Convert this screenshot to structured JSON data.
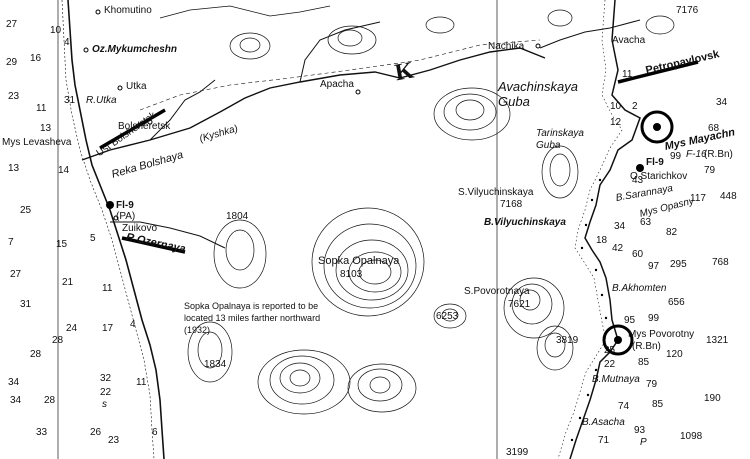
{
  "places": {
    "khomutino": "Khomutino",
    "oz_mykumcheshn": "Oz.Mykumcheshn",
    "utka": "Utka",
    "r_utka": "R.Utka",
    "ust_bolsheretsk": "Ust Bolsheretsk",
    "bolsheretsk": "Bolsheretsk",
    "mys_levasheva": "Mys Levasheva",
    "reka_bolshaya": "Reka Bolshaya",
    "kyshka": "(Kyshka)",
    "fl9_left": "Fl-9",
    "pa": "(PA)",
    "zuikovo": "Zuikovo",
    "r_ozernaya": "R.Ozernaya",
    "apacha": "Apacha",
    "nachika": "Nachika",
    "avacha": "Avacha",
    "petropavlovsk": "Petropavlovsk",
    "avachinskaya_guba": "Avachinskaya Guba",
    "tarinskaya_guba": "Tarinskaya Guba",
    "mys_mayachny": "Mys Mayachn",
    "fl16": "F-16",
    "rbn1": "(R.Bn)",
    "fl9_right": "Fl-9",
    "o_starichkov": "O.Starichkov",
    "b_sarannaya": "B.Sarannaya",
    "mys_opasny": "Mys Opasny",
    "s_vilyuchinskaya": "S.Vilyuchinskaya",
    "b_vilyuchinskaya": "B.Vilyuchinskaya",
    "sopka_opalnaya": "Sopka Opalnaya",
    "s_povorotnaya": "S.Povorotnaya",
    "b_akhomten": "B.Akhomten",
    "mys_povorotny": "Mys Povorotny",
    "rbn2": "(R.Bn)",
    "b_mutnaya": "B.Mutnaya",
    "b_asacha": "B.Asacha",
    "k_letter": "K"
  },
  "note": {
    "line1": "Sopka Opalnaya is reported to be",
    "line2": "located 13 miles farther northward",
    "line3": "(1932)"
  },
  "elevations": {
    "e7176": "7176",
    "e1804": "1804",
    "e7168": "7168",
    "e8103": "8103",
    "e7621": "7621",
    "e6253": "6253",
    "e3819": "3819",
    "e1834": "1834",
    "e3199": "3199"
  },
  "soundings": [
    "27",
    "10",
    "4",
    "29",
    "16",
    "23",
    "11",
    "31",
    "13",
    "13",
    "14",
    "25",
    "7",
    "15",
    "5",
    "27",
    "21",
    "11",
    "31",
    "24",
    "17",
    "4",
    "28",
    "28",
    "34",
    "32",
    "22",
    "11",
    "s",
    "34",
    "28",
    "33",
    "26",
    "23",
    "6"
  ],
  "soundings_right": [
    "11",
    "10",
    "2",
    "12",
    "34",
    "68",
    "79",
    "99",
    "43",
    "448",
    "117",
    "34",
    "63",
    "82",
    "18",
    "42",
    "60",
    "97",
    "295",
    "768",
    "656",
    "99",
    "95",
    "25",
    "1321",
    "120",
    "190",
    "85",
    "22",
    "79",
    "74",
    "85",
    "93",
    "P",
    "71",
    "1098"
  ]
}
